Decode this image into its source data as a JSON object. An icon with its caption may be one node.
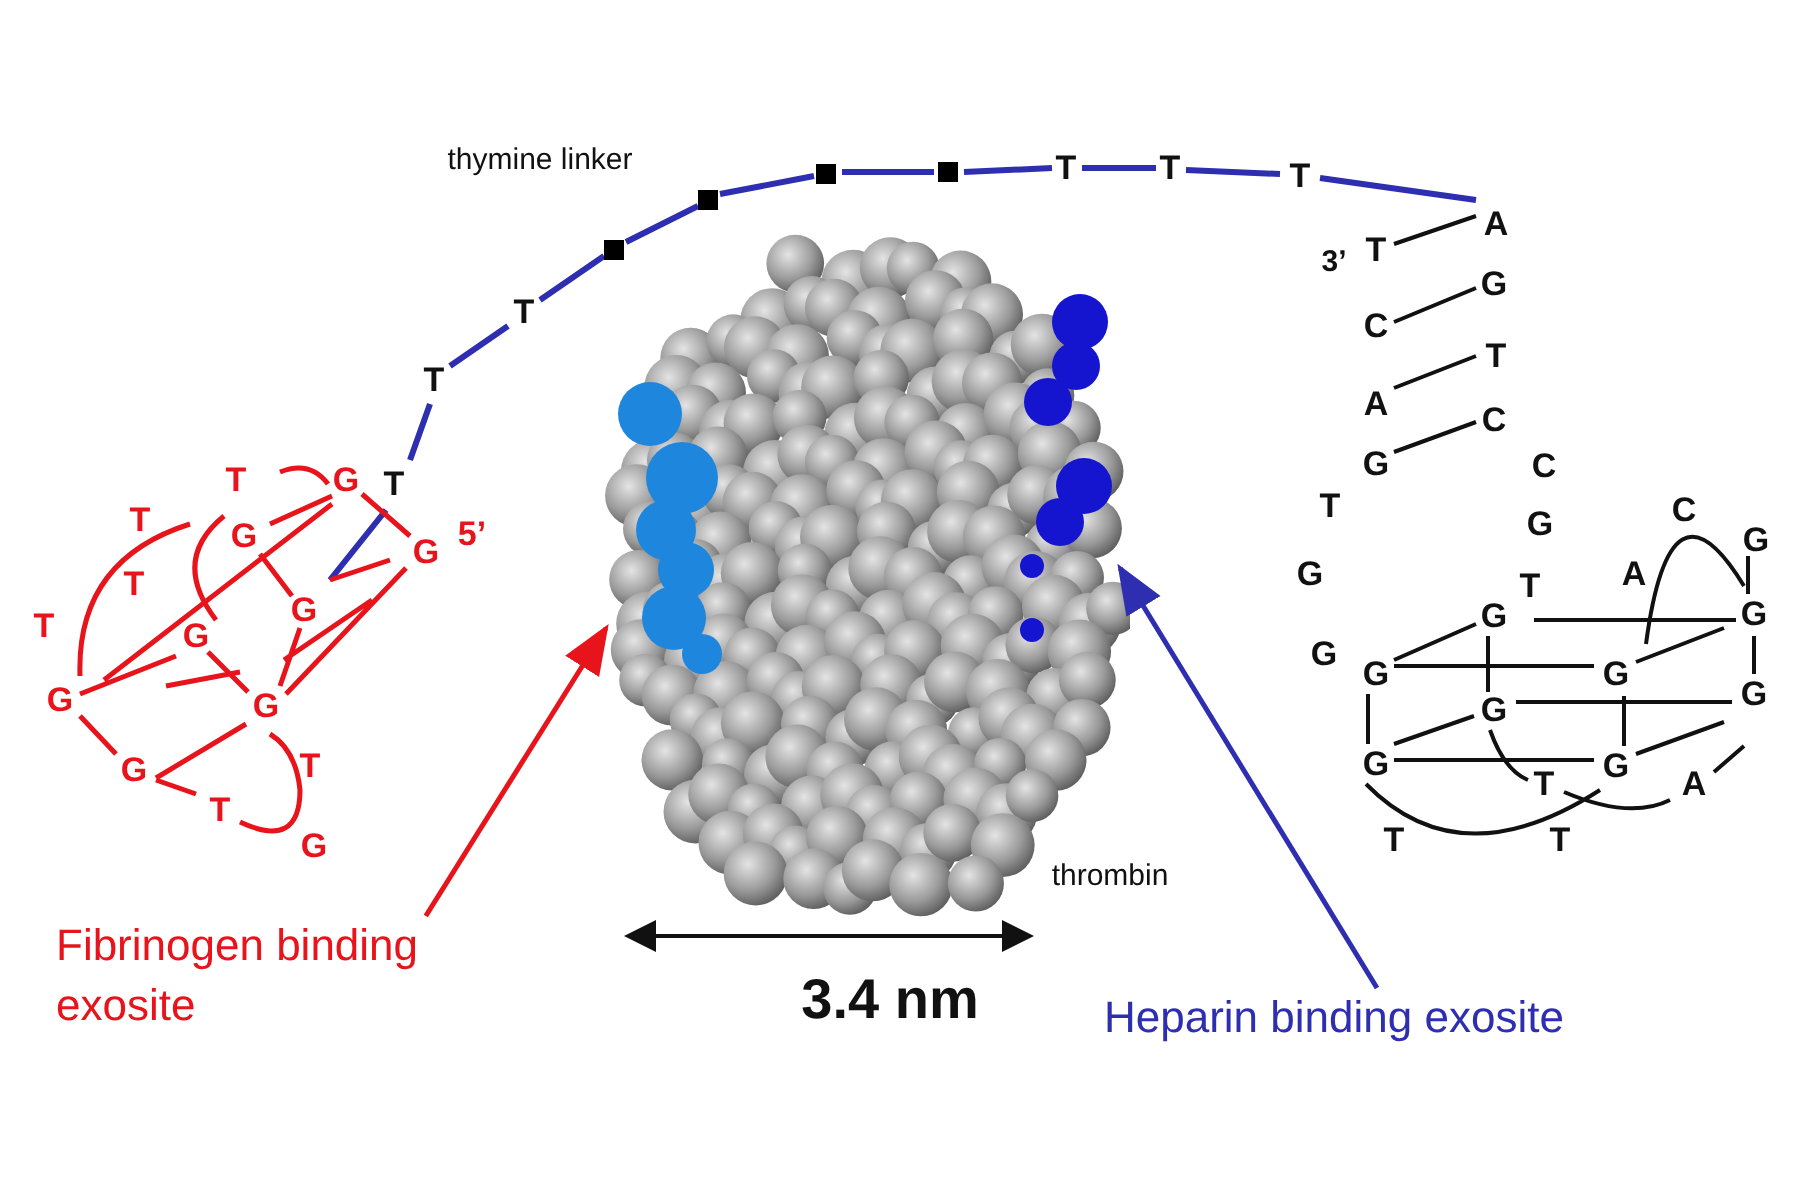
{
  "diagram": {
    "nodes": [
      {
        "text": [],
        "shape": "picture"
      },
      {
        "text": [
          "Fibrinogen binding exosite"
        ]
      },
      {
        "text": [
          "Heparin binding exosite"
        ]
      },
      {
        "text": [],
        "shape": "picture",
        "in": 0
      },
      {
        "text": [],
        "shape": "picture",
        "in": 0
      }
    ],
    "edges": [
      {
        "from": 1,
        "to": 3,
        "arrow": "to",
        "color": "#e8141c"
      },
      {
        "from": 2,
        "to": 4,
        "arrow": "to",
        "color": "#2e2eb0"
      }
    ],
    "labels": [
      "thymine linker",
      "T",
      "T",
      "T",
      "T",
      "T",
      "T",
      "G",
      "T",
      "5’",
      "T",
      "G",
      "G",
      "T",
      "G",
      "T",
      "G",
      "G",
      "G",
      "G",
      "T",
      "T",
      "G",
      "A",
      "3’",
      "T",
      "G",
      "C",
      "T",
      "A",
      "C",
      "G",
      "C",
      "T",
      "G",
      "C",
      "G",
      "G",
      "A",
      "T",
      "G",
      "G",
      "G",
      "G",
      "G",
      "G",
      "G",
      "G",
      "T",
      "G",
      "A",
      "T",
      "T",
      "thrombin",
      "3.4 nm"
    ]
  }
}
